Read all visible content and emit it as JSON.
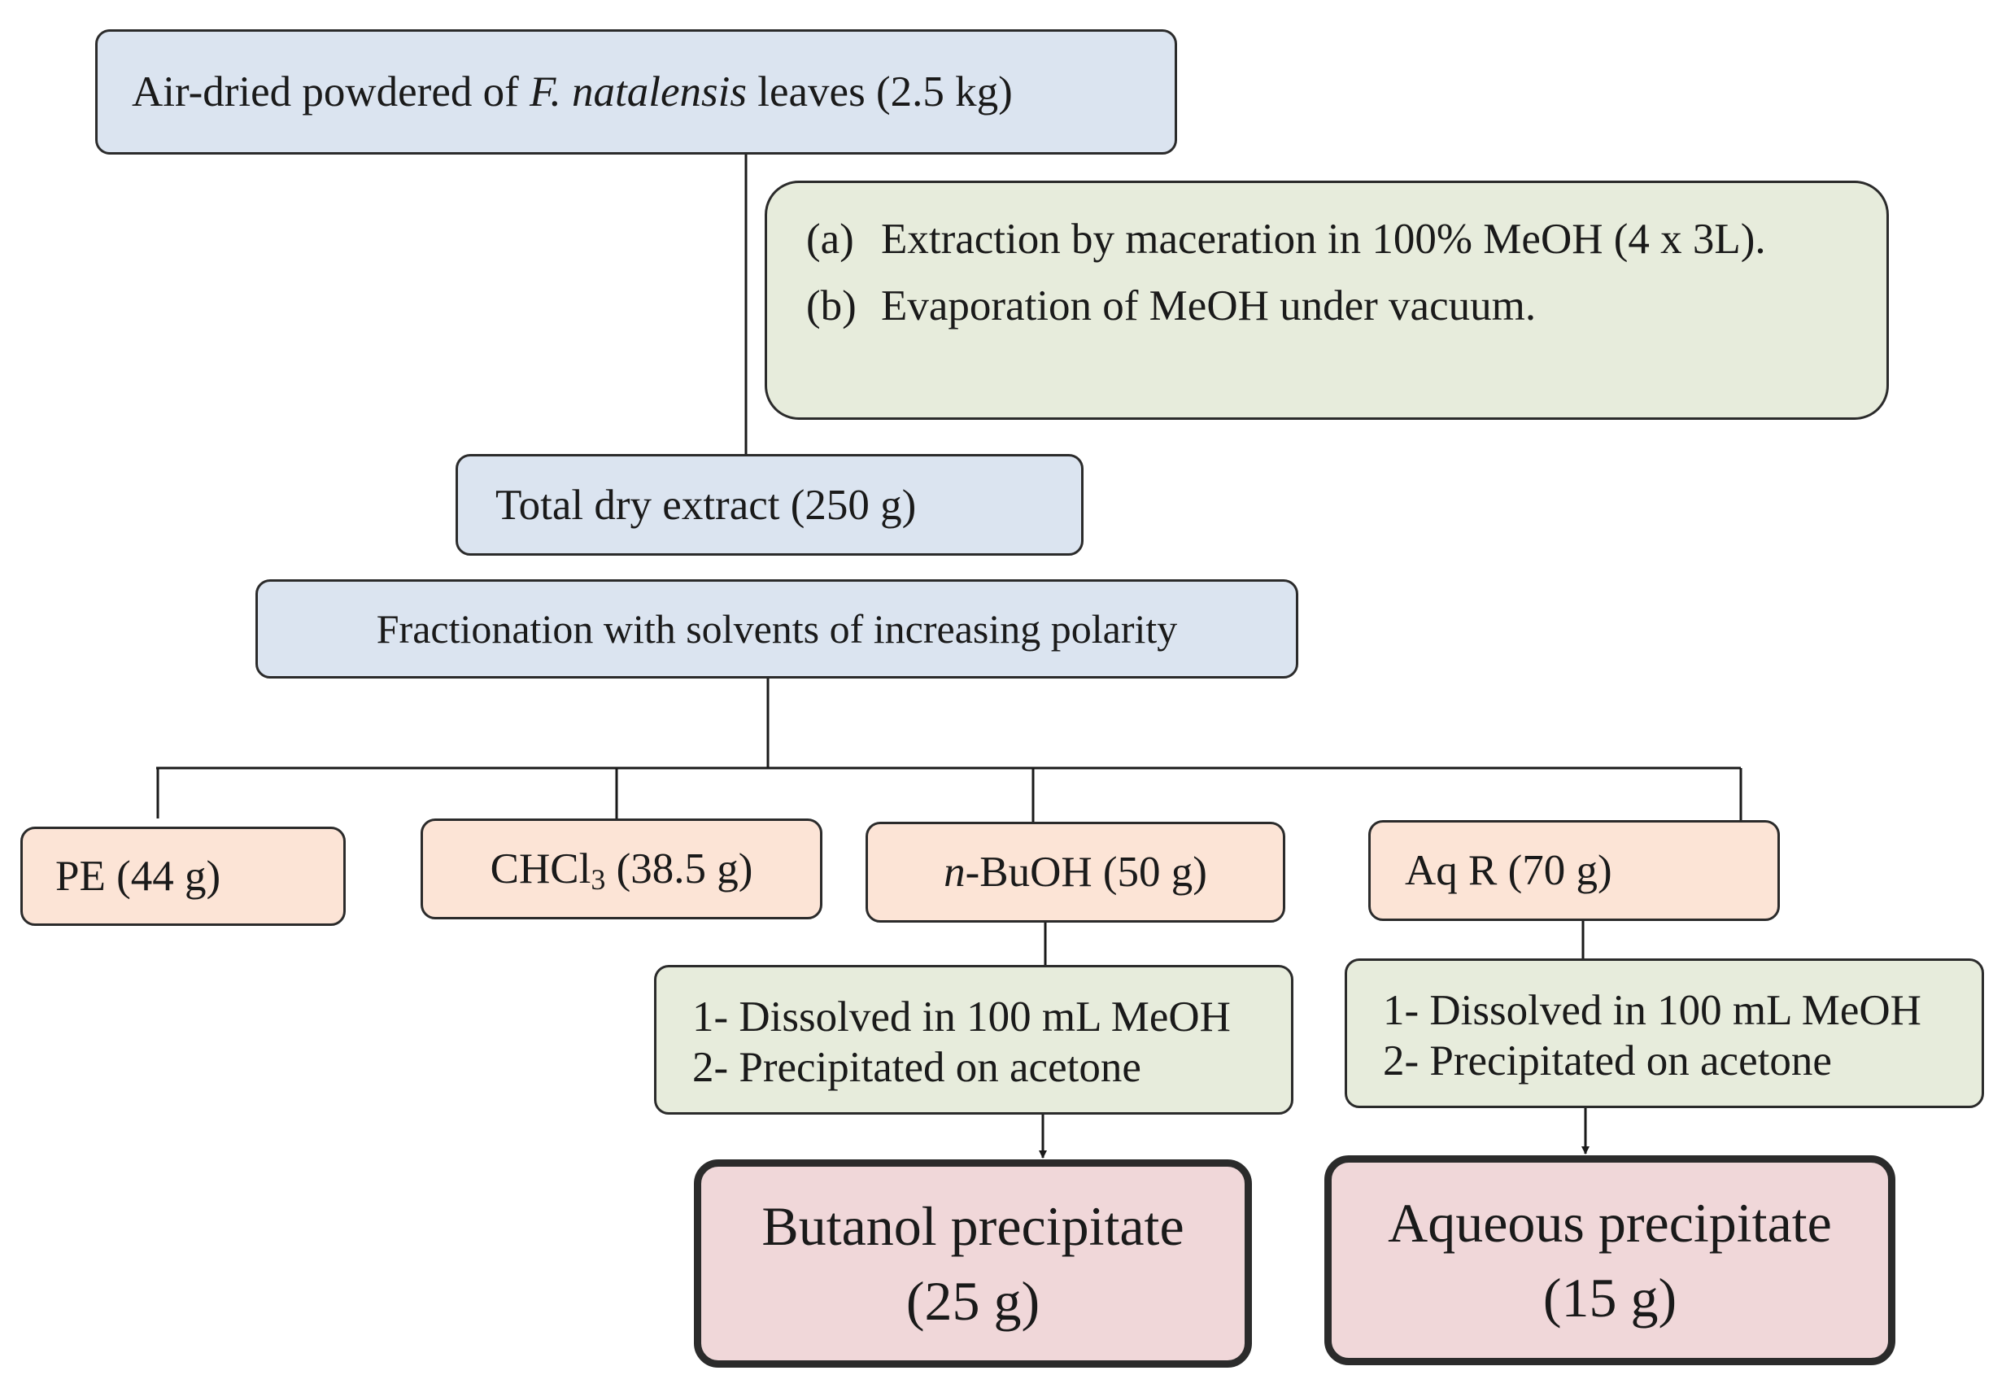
{
  "start": {
    "prefix": "Air-dried powdered of ",
    "species": "F. natalensis",
    "suffix": " leaves (2.5 kg)"
  },
  "extraction_steps": [
    {
      "label": "(a)",
      "text": "Extraction by maceration in 100% MeOH (4 x 3L)."
    },
    {
      "label": "(b)",
      "text": "Evaporation of MeOH under vacuum."
    }
  ],
  "total_extract": "Total dry extract (250 g)",
  "fractionation": "Fractionation with solvents of increasing polarity",
  "fractions": {
    "pe": "PE (44 g)",
    "chcl3": {
      "prefix": "CHCl",
      "subscript": "3",
      "suffix": " (38.5 g)"
    },
    "buoh": {
      "italic": "n",
      "suffix": "-BuOH (50 g)"
    },
    "aqr": "Aq R (70 g)"
  },
  "butanol_steps": [
    "1- Dissolved in 100 mL MeOH",
    "2- Precipitated on acetone"
  ],
  "aqueous_steps": [
    "1- Dissolved in 100 mL MeOH",
    "2- Precipitated on acetone"
  ],
  "products": {
    "butanol": {
      "name": "Butanol precipitate",
      "amount": "(25 g)"
    },
    "aqueous": {
      "name": "Aqueous precipitate",
      "amount": "(15 g)"
    }
  }
}
